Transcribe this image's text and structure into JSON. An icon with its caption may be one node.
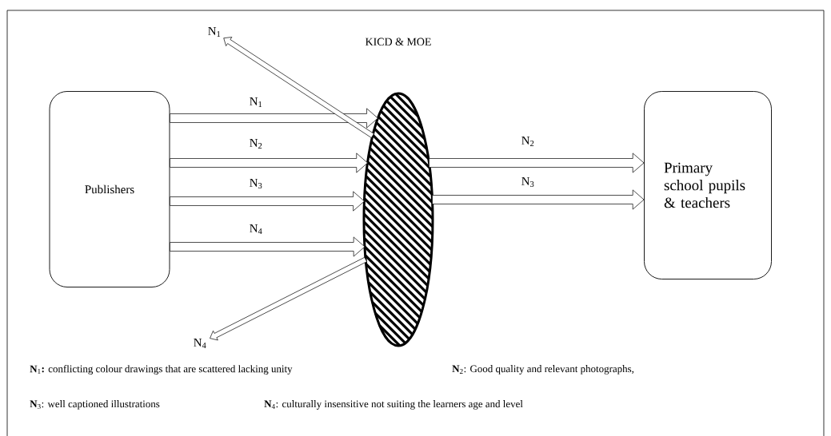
{
  "diagram": {
    "nodes": [
      {
        "text": [
          "Publishers"
        ]
      },
      {
        "text": [
          "KICD & MOE"
        ]
      },
      {
        "text": [
          "Primary school pupils & teachers"
        ]
      },
      {
        "text": [
          "N$_{1}$"
        ]
      },
      {
        "text": [
          "N$_{4}$"
        ]
      }
    ],
    "edges": [
      {
        "from": 0,
        "to": 1,
        "arrow": "to",
        "label": "N$_{1}$"
      },
      {
        "from": 0,
        "to": 1,
        "arrow": "to",
        "label": "N$_{2}$"
      },
      {
        "from": 0,
        "to": 1,
        "arrow": "to",
        "label": "N$_{3}$"
      },
      {
        "from": 0,
        "to": 1,
        "arrow": "to",
        "label": "N$_{4}$"
      },
      {
        "from": 1,
        "to": 2,
        "arrow": "to",
        "label": "N$_{2}$"
      },
      {
        "from": 1,
        "to": 2,
        "arrow": "to",
        "label": "N$_{3}$"
      },
      {
        "from": 1,
        "to": 3,
        "arrow": "to"
      },
      {
        "from": 1,
        "to": 4,
        "arrow": "to"
      }
    ],
    "labels": [
      "**N**$_{1}$**:** conflicting colour drawings that are scattered lacking unity",
      "**N**$_{2}$: Good quality and relevant photographs,",
      "**N**$_{3}$: well captioned illustrations",
      "**N**$_{4}$: culturally insensitive not suiting the learners age and level"
    ]
  }
}
